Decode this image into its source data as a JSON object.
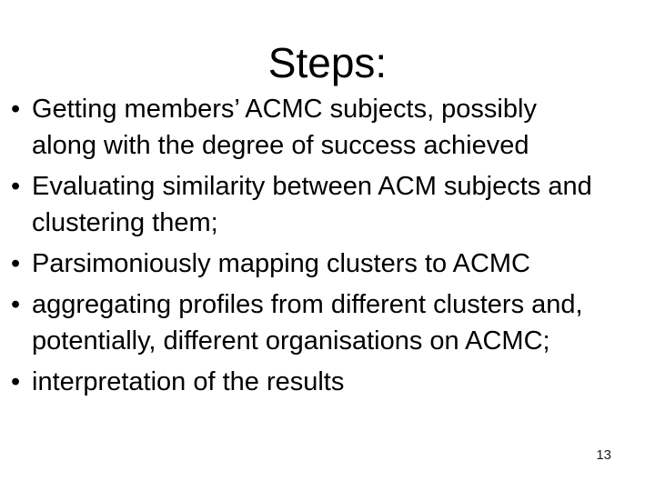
{
  "slide": {
    "title": "Steps:",
    "bullet_char": "•",
    "bullets": [
      {
        "lines": [
          "Getting members’ ACMC subjects, possibly",
          "along with the degree of success achieved"
        ]
      },
      {
        "lines": [
          "Evaluating similarity between ACM subjects and",
          "clustering them;"
        ]
      },
      {
        "lines": [
          "Parsimoniously mapping clusters to ACMC"
        ]
      },
      {
        "lines": [
          "aggregating profiles from different clusters and,",
          "potentially, different organisations on ACMC;"
        ]
      },
      {
        "lines": [
          "interpretation of the results"
        ]
      }
    ],
    "page_number": "13",
    "colors": {
      "background": "#ffffff",
      "text": "#000000"
    }
  }
}
